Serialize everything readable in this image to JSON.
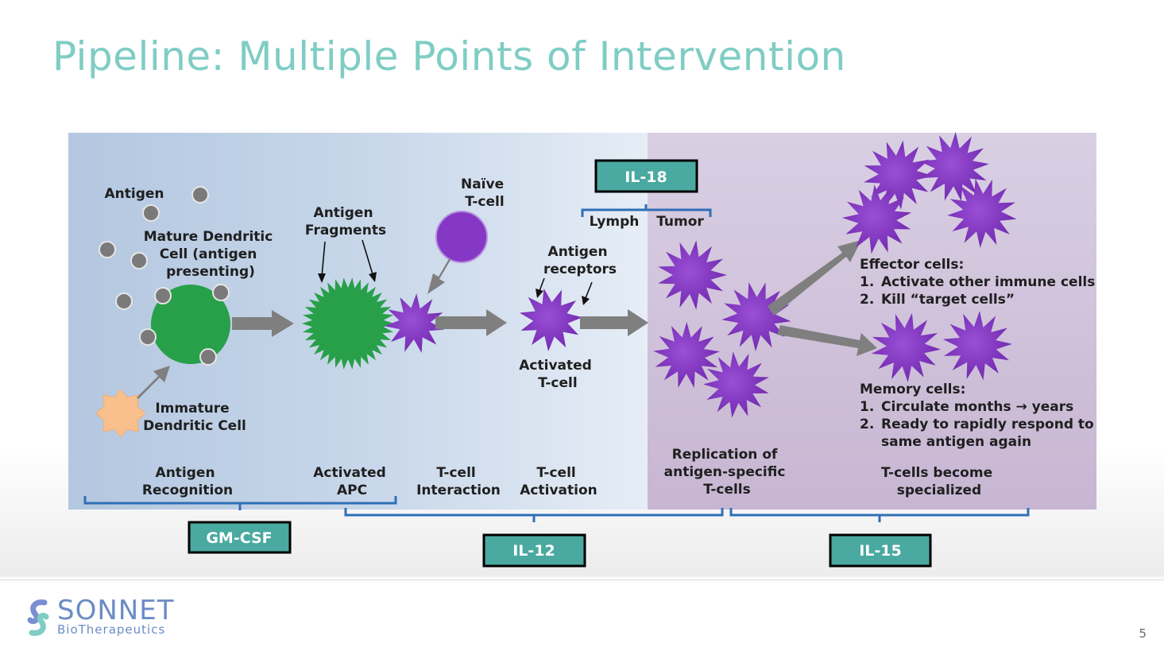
{
  "slide": {
    "title": "Pipeline: Multiple Points of Intervention",
    "page_number": "5"
  },
  "logo": {
    "word": "SONNET",
    "sub": "BioTherapeutics"
  },
  "cells": {
    "antigen": "Antigen",
    "mature_dc": [
      "Mature Dendritic",
      "Cell (antigen",
      "presenting)"
    ],
    "immature_dc": [
      "Immature",
      "Dendritic Cell"
    ],
    "antigen_fragments": [
      "Antigen",
      "Fragments"
    ],
    "naive_tcell": [
      "Naïve",
      "T-cell"
    ],
    "antigen_receptors": [
      "Antigen",
      "receptors"
    ],
    "activated_tcell": [
      "Activated",
      "T-cell"
    ]
  },
  "il18": {
    "label": "IL-18",
    "lymph": "Lymph",
    "tumor": "Tumor"
  },
  "effector": {
    "title": "Effector cells:",
    "items": [
      "Activate other immune cells",
      "Kill “target cells”"
    ]
  },
  "memory": {
    "title": "Memory cells:",
    "items": [
      "Circulate months → years",
      "Ready to rapidly respond to",
      "same antigen again"
    ]
  },
  "stages": {
    "antigen_recognition": [
      "Antigen",
      "Recognition"
    ],
    "activated_apc": [
      "Activated",
      "APC"
    ],
    "tcell_interaction": [
      "T-cell",
      "Interaction"
    ],
    "tcell_activation": [
      "T-cell",
      "Activation"
    ],
    "replication": [
      "Replication of",
      "antigen-specific",
      "T-cells"
    ],
    "specialized": [
      "T-cells become",
      "specialized"
    ]
  },
  "cytokines": {
    "gmcsf": "GM-CSF",
    "il12": "IL-12",
    "il15": "IL-15"
  },
  "colors": {
    "title": "#7fcdc4",
    "teal_box": "#4aa9a0",
    "bracket": "#2f6fb6",
    "tcell_purple": "#8438c4",
    "dendritic_green": "#27a049",
    "immature_orange": "#f9c08e",
    "arrow_gray": "#7f7f7f"
  }
}
